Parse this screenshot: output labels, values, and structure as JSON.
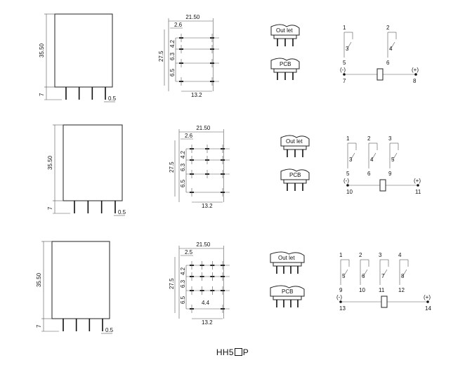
{
  "rows": [
    {
      "side": {
        "height": "35.50",
        "pin_len": "7",
        "pin_w": "0.5"
      },
      "bottom": {
        "width": "21.50",
        "pitch_x": "2.6",
        "height": "27.5",
        "spacing_a": "4.2",
        "spacing_b": "6.3",
        "spacing_c": "6.5",
        "pitch_center": "13.2",
        "extra": ""
      },
      "socket": {
        "outlet_label": "Out let",
        "pcb_label": "PCB"
      },
      "circuit": {
        "contacts": [
          [
            "1",
            "3",
            "5"
          ],
          [
            "2",
            "4",
            "6"
          ]
        ],
        "coil": [
          "7",
          "8"
        ],
        "coil_minus": "(-)",
        "coil_plus": "(+)"
      }
    },
    {
      "side": {
        "height": "35.50",
        "pin_len": "7",
        "pin_w": "0.5"
      },
      "bottom": {
        "width": "21.50",
        "pitch_x": "2.6",
        "height": "27.5",
        "spacing_a": "4.2",
        "spacing_b": "6.3",
        "spacing_c": "6.5",
        "pitch_center": "13.2",
        "extra": ""
      },
      "socket": {
        "outlet_label": "Out let",
        "pcb_label": "PCB"
      },
      "circuit": {
        "contacts": [
          [
            "1",
            "3",
            "5"
          ],
          [
            "2",
            "4",
            "6"
          ],
          [
            "3",
            "5",
            "9"
          ]
        ],
        "coil": [
          "10",
          "11"
        ],
        "coil_minus": "(-)",
        "coil_plus": "(+)"
      }
    },
    {
      "side": {
        "height": "35.50",
        "pin_len": "7",
        "pin_w": "0.5"
      },
      "bottom": {
        "width": "21.50",
        "pitch_x": "2.5",
        "height": "27.5",
        "spacing_a": "4.2",
        "spacing_b": "6.3",
        "spacing_c": "6.5",
        "pitch_center": "13.2",
        "extra": "4.4"
      },
      "socket": {
        "outlet_label": "Out let",
        "pcb_label": "PCB"
      },
      "circuit": {
        "contacts": [
          [
            "1",
            "5",
            "9"
          ],
          [
            "2",
            "6",
            "10"
          ],
          [
            "3",
            "7",
            "11"
          ],
          [
            "4",
            "8",
            "12"
          ]
        ],
        "coil": [
          "13",
          "14"
        ],
        "coil_minus": "(-)",
        "coil_plus": "(+)"
      }
    }
  ],
  "model": {
    "prefix": "HH5",
    "suffix": "P"
  }
}
